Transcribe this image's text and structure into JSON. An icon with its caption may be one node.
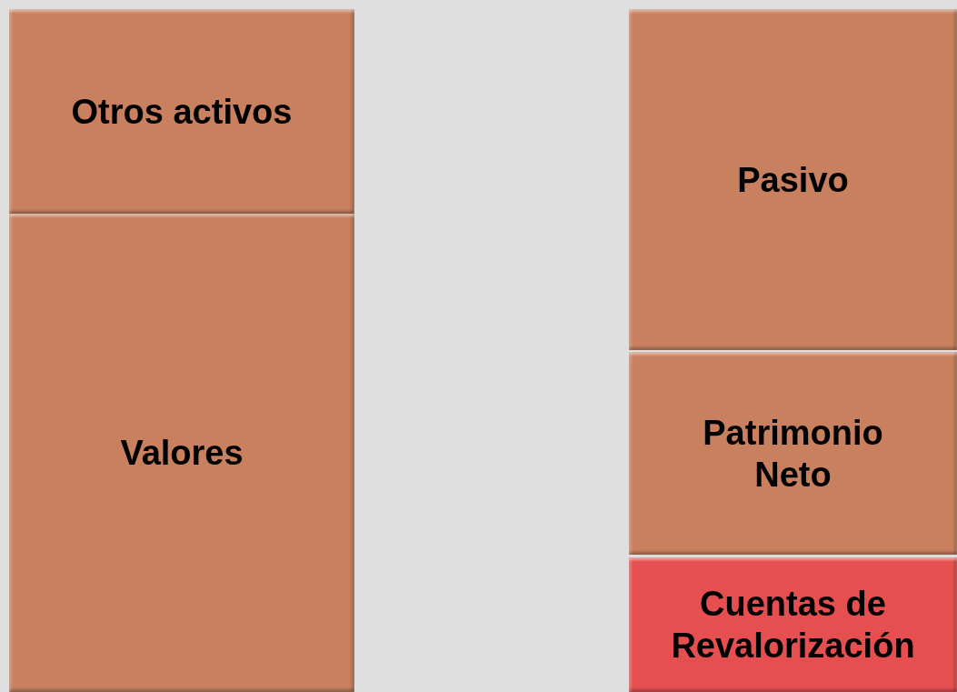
{
  "diagram": {
    "nodes": [
      {
        "text": [
          "Otros activos"
        ]
      },
      {
        "text": [
          "Valores"
        ]
      },
      {
        "text": [
          "Pasivo"
        ]
      },
      {
        "text": [
          "Patrimonio Neto"
        ]
      },
      {
        "text": [
          "Cuentas de Revalorización"
        ]
      }
    ]
  }
}
